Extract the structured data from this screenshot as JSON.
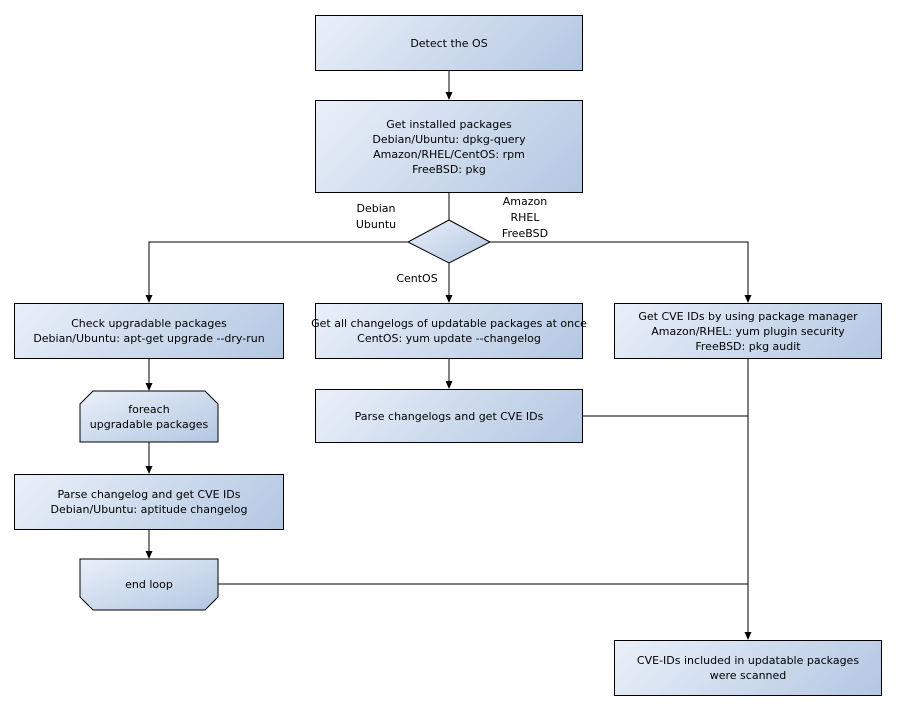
{
  "style": {
    "node_fill_light": "#EAF0F9",
    "node_fill_dark": "#B3C7E2",
    "node_border": "#000000",
    "line_color": "#000000",
    "text_color": "#000000",
    "background": "#ffffff"
  },
  "nodes": {
    "detect_os": {
      "lines": [
        "Detect the OS"
      ]
    },
    "get_installed": {
      "lines": [
        "Get installed packages",
        "Debian/Ubuntu: dpkg-query",
        "Amazon/RHEL/CentOS: rpm",
        "FreeBSD: pkg"
      ]
    },
    "check_upgradable": {
      "lines": [
        "Check upgradable packages",
        "Debian/Ubuntu: apt-get upgrade --dry-run"
      ]
    },
    "foreach_loop": {
      "lines": [
        "foreach",
        "upgradable packages"
      ]
    },
    "parse_changelog": {
      "lines": [
        "Parse changelog and get  CVE IDs",
        "Debian/Ubuntu: aptitude changelog"
      ]
    },
    "end_loop": {
      "lines": [
        "end loop"
      ]
    },
    "get_all_changelogs": {
      "lines": [
        "Get all changelogs of updatable packages at once",
        "CentOS: yum update --changelog"
      ]
    },
    "parse_changelogs": {
      "lines": [
        "Parse changelogs and get CVE IDs"
      ]
    },
    "get_cve_ids": {
      "lines": [
        "Get CVE IDs by using package manager",
        "Amazon/RHEL: yum plugin security",
        "FreeBSD: pkg audit"
      ]
    },
    "scanned": {
      "lines": [
        "CVE-IDs included in updatable packages",
        "were scanned"
      ]
    }
  },
  "edge_labels": {
    "debian_ubuntu": {
      "lines": [
        "Debian",
        "Ubuntu"
      ]
    },
    "amazon_rhel_freebsd": {
      "lines": [
        "Amazon",
        "RHEL",
        "FreeBSD"
      ]
    },
    "centos": {
      "lines": [
        "CentOS"
      ]
    }
  },
  "edges": [
    {
      "from": "detect_os",
      "to": "get_installed",
      "label": ""
    },
    {
      "from": "get_installed",
      "to": "os_decision",
      "label": ""
    },
    {
      "from": "os_decision",
      "to": "check_upgradable",
      "label": "Debian Ubuntu"
    },
    {
      "from": "os_decision",
      "to": "get_all_changelogs",
      "label": "CentOS"
    },
    {
      "from": "os_decision",
      "to": "get_cve_ids",
      "label": "Amazon RHEL FreeBSD"
    },
    {
      "from": "check_upgradable",
      "to": "foreach_loop",
      "label": ""
    },
    {
      "from": "foreach_loop",
      "to": "parse_changelog",
      "label": ""
    },
    {
      "from": "parse_changelog",
      "to": "end_loop",
      "label": ""
    },
    {
      "from": "get_all_changelogs",
      "to": "parse_changelogs",
      "label": ""
    },
    {
      "from": "parse_changelogs",
      "to": "scanned",
      "label": ""
    },
    {
      "from": "end_loop",
      "to": "scanned",
      "label": ""
    },
    {
      "from": "get_cve_ids",
      "to": "scanned",
      "label": ""
    }
  ]
}
